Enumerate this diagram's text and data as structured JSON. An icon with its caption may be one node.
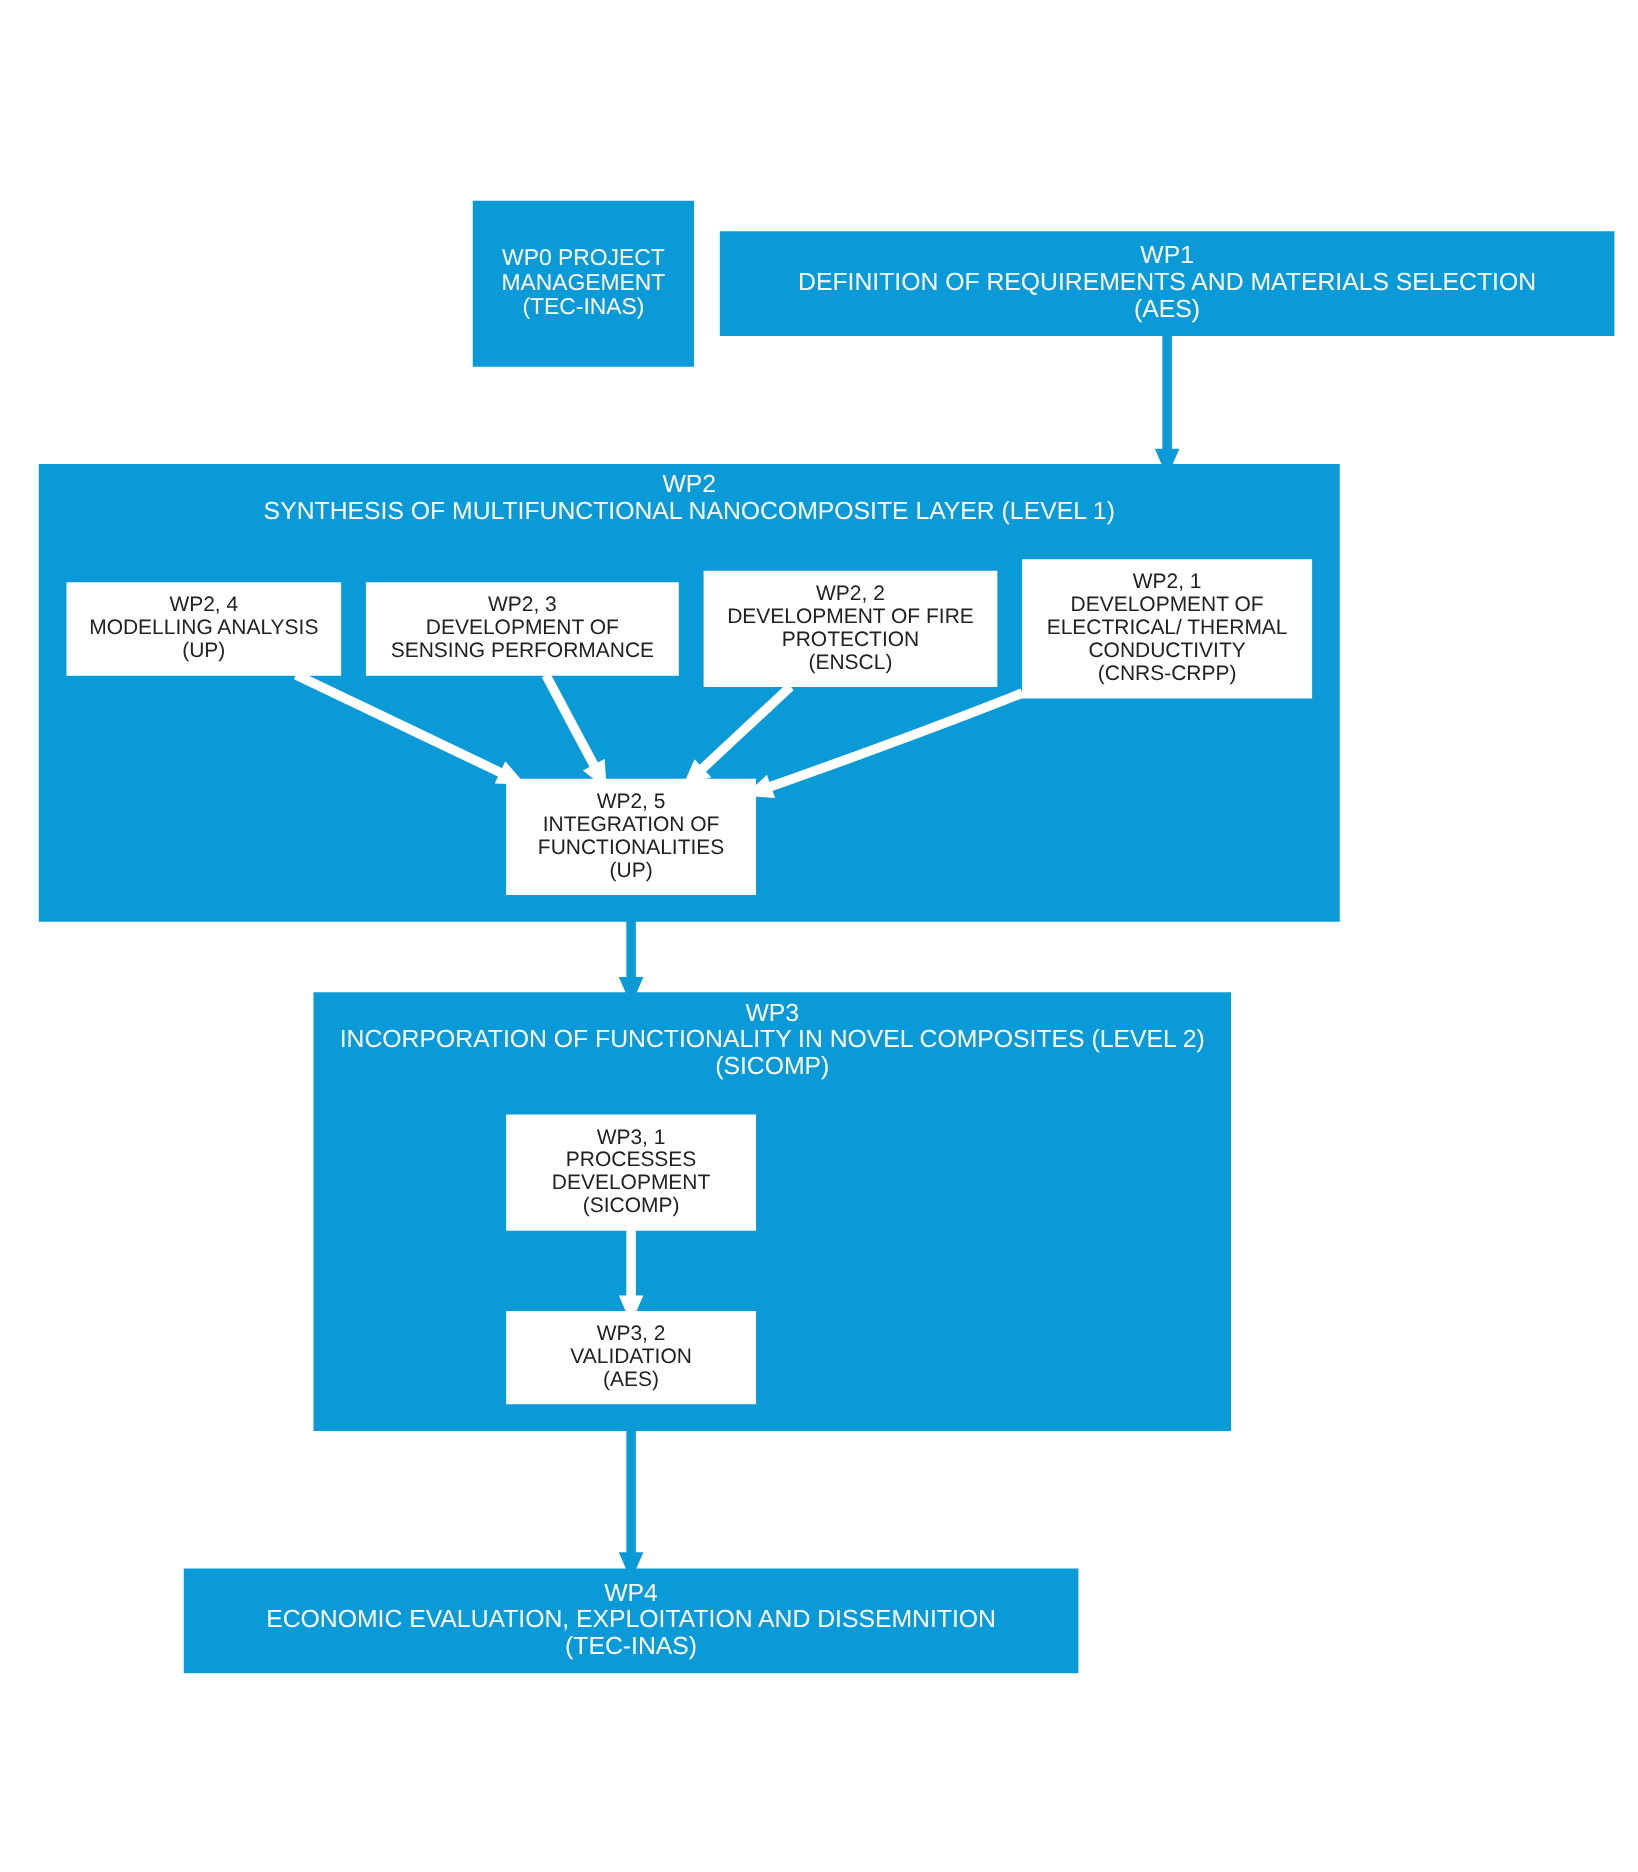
{
  "diagram": {
    "nodes": [
      {
        "text": [
          "WP0 PROJECT MANAGEMENT (TEC-INAS)"
        ]
      },
      {
        "text": [
          "WP1",
          "DEFINITION OF REQUIREMENTS AND MATERIALS SELECTION",
          "(AES)"
        ]
      },
      {
        "text": [
          "WP2",
          "SYNTHESIS OF MULTIFUNCTIONAL NANOCOMPOSITE LAYER (LEVEL 1)"
        ]
      },
      {
        "text": [
          "WP2, 1",
          "DEVELOPMENT OF ELECTRICAL/ THERMAL CONDUCTIVITY",
          "(CNRS-CRPP)"
        ],
        "in": 2
      },
      {
        "text": [
          "WP2, 2",
          "DEVELOPMENT OF FIRE PROTECTION",
          "(ENSCL)"
        ],
        "in": 2
      },
      {
        "text": [
          "WP2, 3",
          "DEVELOPMENT OF SENSING PERFORMANCE"
        ],
        "in": 2
      },
      {
        "text": [
          "WP2, 4",
          "MODELLING ANALYSIS",
          "(UP)"
        ],
        "in": 2
      },
      {
        "text": [
          "WP2, 5",
          "INTEGRATION OF FUNCTIONALITIES",
          "(UP)"
        ],
        "in": 2
      },
      {
        "text": [
          "WP3",
          "INCORPORATION OF FUNCTIONALITY IN NOVEL COMPOSITES (LEVEL 2)",
          "(SICOMP)"
        ]
      },
      {
        "text": [
          "WP3, 1",
          "PROCESSES DEVELOPMENT",
          "(SICOMP)"
        ],
        "in": 8
      },
      {
        "text": [
          "WP3, 2",
          "VALIDATION",
          "(AES)"
        ],
        "in": 8
      },
      {
        "text": [
          "WP4",
          "ECONOMIC EVALUATION, EXPLOITATION AND DISSEMNITION",
          "(TEC-INAS)"
        ]
      }
    ],
    "edges": [
      {
        "from": 1,
        "to": 2,
        "arrow": "to",
        "color": "#0b9ad8"
      },
      {
        "from": 3,
        "to": 7,
        "arrow": "to"
      },
      {
        "from": 4,
        "to": 7,
        "arrow": "to"
      },
      {
        "from": 5,
        "to": 7,
        "arrow": "to"
      },
      {
        "from": 6,
        "to": 7,
        "arrow": "to"
      },
      {
        "from": 2,
        "to": 8,
        "arrow": "to",
        "color": "#0b9ad8"
      },
      {
        "from": 9,
        "to": 10,
        "arrow": "to"
      },
      {
        "from": 8,
        "to": 11,
        "arrow": "to",
        "color": "#0b9ad8"
      }
    ]
  }
}
